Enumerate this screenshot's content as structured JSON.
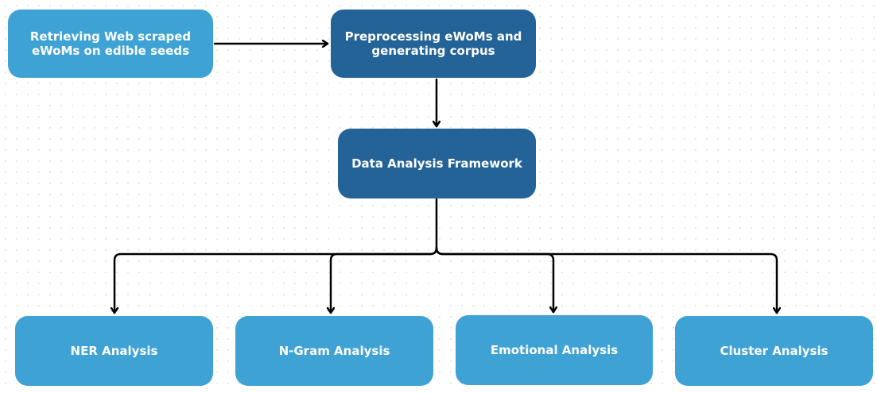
{
  "nodes": {
    "retrieve": "Retrieving Web scraped eWoMs on edible seeds",
    "preprocess": "Preprocessing eWoMs and generating corpus",
    "framework": "Data Analysis Framework",
    "ner": "NER Analysis",
    "ngram": "N-Gram Analysis",
    "emotional": "Emotional Analysis",
    "cluster": "Cluster Analysis"
  },
  "colors": {
    "light_box": "#3ea2d5",
    "dark_box": "#246397",
    "arrow": "#000000"
  }
}
